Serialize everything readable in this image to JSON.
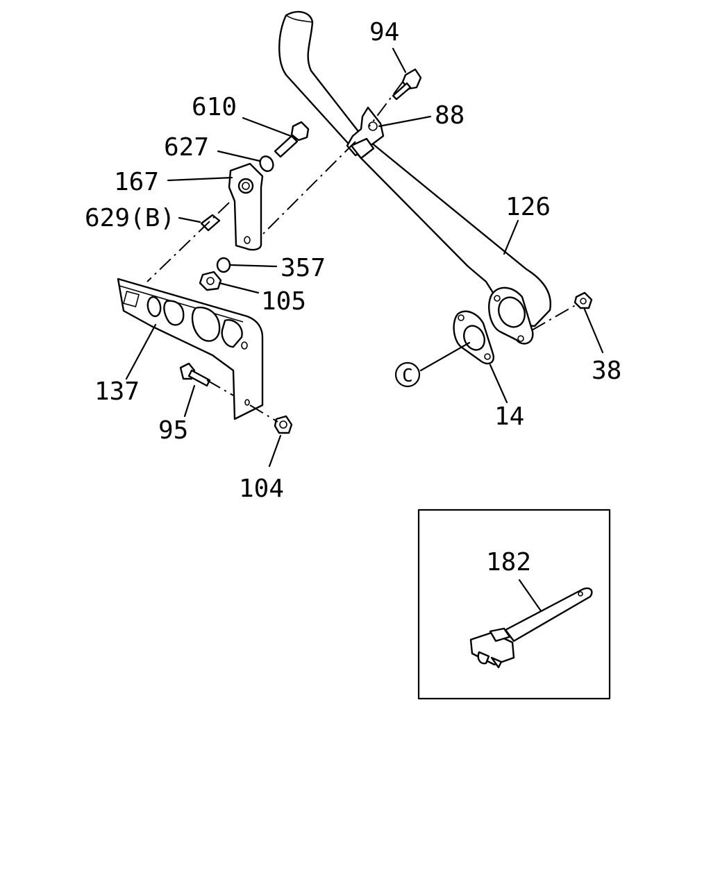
{
  "callouts": {
    "p94": "94",
    "p610": "610",
    "p88": "88",
    "p627": "627",
    "p167": "167",
    "p629b": "629(B)",
    "p126": "126",
    "p357": "357",
    "p105": "105",
    "p38": "38",
    "p137": "137",
    "p95": "95",
    "p14": "14",
    "p104": "104",
    "p182": "182",
    "circle_c": "C"
  }
}
